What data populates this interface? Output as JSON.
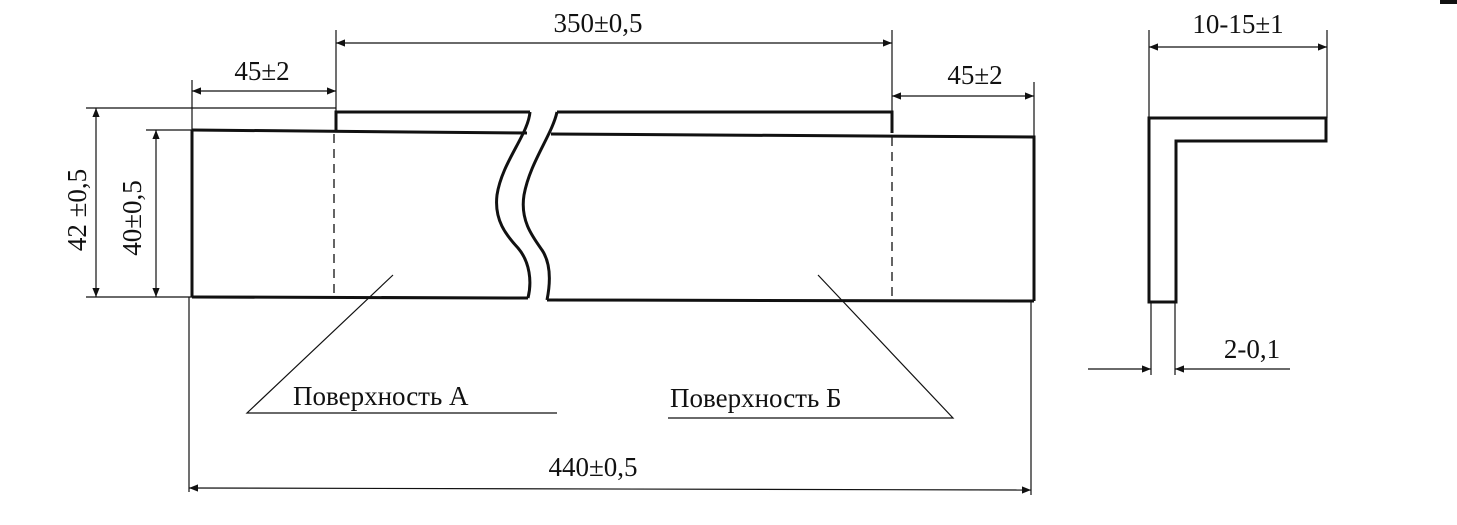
{
  "dimensions": {
    "top_span": "350±0,5",
    "left_overlap": "45±2",
    "right_overlap": "45±2",
    "total_length": "440±0,5",
    "outer_height": "42 ±0,5",
    "inner_height": "40±0,5",
    "side_width": "10-15±1",
    "thickness": "2-0,1"
  },
  "labels": {
    "surface_a": "Поверхность А",
    "surface_b": "Поверхность Б"
  }
}
